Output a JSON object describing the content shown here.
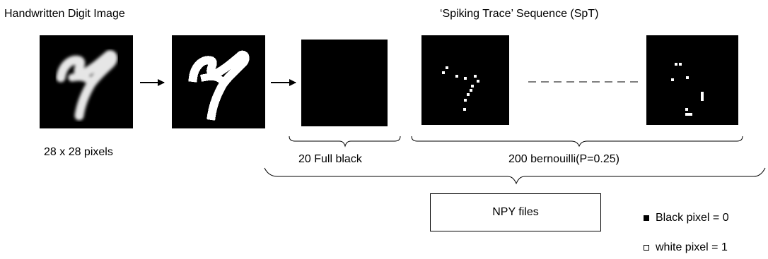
{
  "labels": {
    "input_title": "Handwritten Digit Image",
    "sequence_title": "‘Spiking Trace’ Sequence (SpT)",
    "input_size": "28 x 28 pixels",
    "black_count": "20 Full black",
    "bernoulli_count": "200 bernouilli(P=0.25)",
    "output_box": "NPY files"
  },
  "legend": {
    "black": "Black pixel = 0",
    "white": "white pixel = 1"
  }
}
